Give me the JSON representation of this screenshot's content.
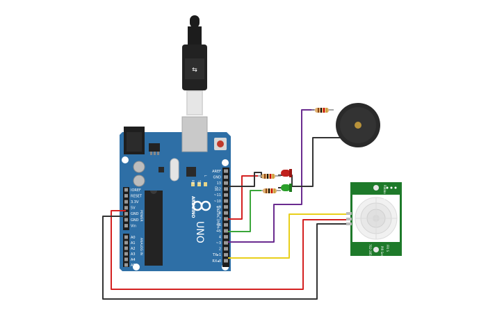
{
  "board": {
    "brand": "ARDUINO",
    "model": "UNO",
    "label_on": "ON",
    "label_l": "L",
    "label_tx": "TX",
    "label_rx": "RX",
    "label_digital": "DIGITAL (PWM~)",
    "label_power": "POWER",
    "label_analog": "ANALOG IN",
    "digital_pins": [
      "AREF",
      "GND",
      "13",
      "12",
      "~11",
      "~10",
      "~9",
      "8",
      "7",
      "~6",
      "~5",
      "4",
      "~3",
      "2",
      "TX▸1",
      "RX◂0"
    ],
    "power_pins": [
      "IOREF",
      "RESET",
      "3.3V",
      "5V",
      "GND",
      "GND",
      "Vin"
    ],
    "analog_pins": [
      "A0",
      "A1",
      "A2",
      "A3",
      "A4",
      "A5"
    ]
  },
  "pir": {
    "text_top": "Sensor",
    "text_bottom": "PIR",
    "labels": [
      "Robbo Lab",
      "702-2857",
      "FRI S",
      "PIR Sensor"
    ]
  },
  "colors": {
    "board": "#2e6fa6",
    "wire_red": "#d42020",
    "wire_black": "#333333",
    "wire_green": "#3aa63a",
    "wire_purple": "#6a2b8f",
    "wire_yellow": "#e8cf1a",
    "pir_board": "#1e7a2a",
    "led_red": "#c0201c",
    "led_green": "#2aa02a",
    "buzzer": "#2a2a2a"
  }
}
